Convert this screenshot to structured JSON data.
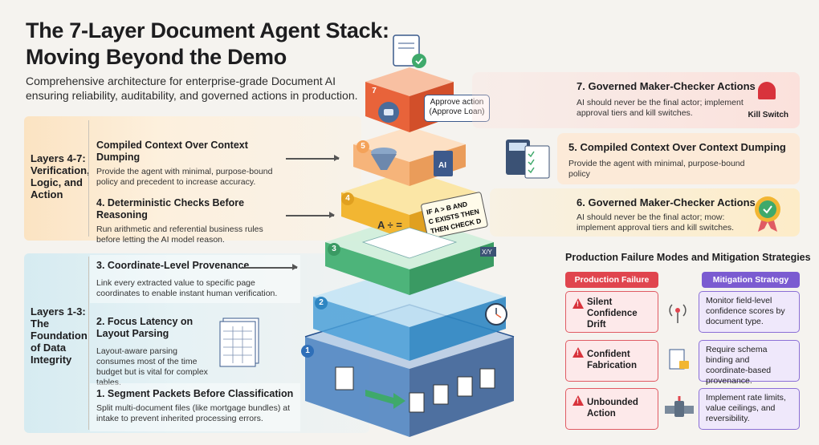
{
  "title": "The 7-Layer Document Agent Stack: Moving Beyond the Demo",
  "subtitle": "Comprehensive architecture for enterprise-grade Document AI ensuring reliability, auditability, and governed actions in production.",
  "groups": {
    "upper_label": "Layers 4-7: Verification, Logic, and Action",
    "lower_label": "Layers 1-3: The Foundation of Data Integrity"
  },
  "left_cards": [
    {
      "heading": "Compiled Context Over Context Dumping",
      "body": "Provide the agent with minimal, purpose-bound policy and precedent to increase accuracy."
    },
    {
      "heading": "4. Deterministic Checks Before Reasoning",
      "body": "Run arithmetic and referential business rules before letting the AI model reason."
    },
    {
      "heading": "3. Coordinate-Level Provenance",
      "body": "Link every extracted value to specific page coordinates to enable instant human verification."
    },
    {
      "heading": "2. Focus Latency on Layout Parsing",
      "body": "Layout-aware parsing consumes most of the time budget but is vital for complex tables."
    },
    {
      "heading": "1. Segment Packets Before Classification",
      "body": "Split multi-document files (like mortgage bundles) at intake to prevent inherited processing errors."
    }
  ],
  "right_cards": [
    {
      "heading": "7. Governed Maker-Checker Actions",
      "body": "AI should never be the final actor; implement approval tiers and kill switches.",
      "icon_label": "Kill Switch"
    },
    {
      "heading": "5. Compiled Context Over Context Dumping",
      "body": "Provide the agent with minimal, purpose-bound policy"
    },
    {
      "heading": "6. Governed Maker-Checker Actions",
      "body": "AI should never be the final actor; mow: implement approval tiers and kill switches."
    }
  ],
  "stack": {
    "layers": [
      "1",
      "2",
      "3",
      "4",
      "5",
      "7"
    ],
    "callout": "Approve action (Approve Loan)",
    "rule_text": [
      "IF A > B AND",
      "C EXISTS THEN",
      "THEN CHECK D"
    ],
    "math_glyphs": "A ÷ =",
    "tag_xy": "X/Y",
    "ai_label": "AI"
  },
  "failures": {
    "section_title": "Production Failure Modes and Mitigation Strategies",
    "failure_header": "Production Failure",
    "mitigation_header": "Mitigation Strategy",
    "rows": [
      {
        "failure": "Silent Confidence Drift",
        "mitigation": "Monitor field-level confidence scores by document type."
      },
      {
        "failure": "Confident Fabrication",
        "mitigation": "Require schema binding and coordinate-based provenance."
      },
      {
        "failure": "Unbounded Action",
        "mitigation": "Implement rate limits, value ceilings, and reversibility."
      }
    ]
  },
  "colors": {
    "layer1": "#2f6fb8",
    "layer2": "#4aa0d8",
    "layer3": "#3fa96b",
    "layer4": "#f2b632",
    "layer5": "#f4a259",
    "layer7": "#e8633a",
    "failure": "#e0454e",
    "mitigation": "#7b5bd1"
  }
}
